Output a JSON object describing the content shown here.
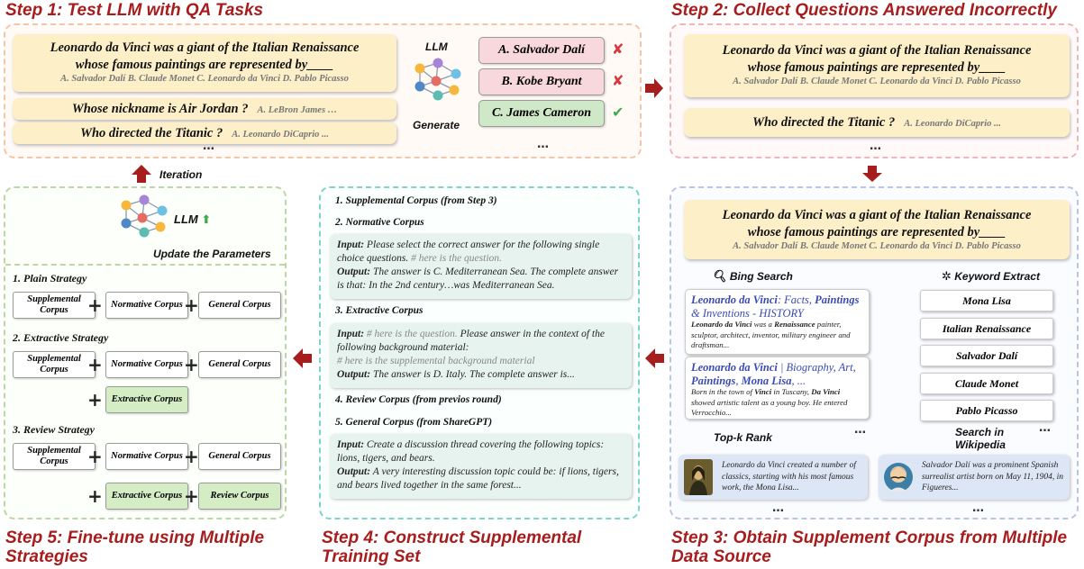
{
  "colors": {
    "step_title": "#a71d1d",
    "step1_border": "#f2c6a8",
    "step2_border": "#f0b5bd",
    "step3_border": "#b8c6e3",
    "step4_border": "#7fd3c8",
    "step5_border": "#b9d8a2",
    "question_bg": "#fdf0c8",
    "wrong_bg": "#f8d7dd",
    "right_bg": "#cfe8c7",
    "corpus_green": "#d4edc4",
    "arrow": "#a71d1d"
  },
  "step1": {
    "title": "Step 1: Test LLM with QA Tasks",
    "q1": "Leonardo da Vinci was a giant of the Italian Renaissance whose famous paintings are represented by____",
    "q1_options": "A. Salvador Dalí B. Claude Monet C. Leonardo da Vinci D. Pablo Picasso",
    "q2": "Whose nickname is Air Jordan ?",
    "q2_hint": "A. LeBron James …",
    "q3": "Who directed the Titanic ?",
    "q3_hint": "A. Leonardo DiCaprio ...",
    "dots": "…",
    "llm_label": "LLM",
    "generate_label": "Generate",
    "answers": [
      {
        "text": "A. Salvador Dalí",
        "correct": false
      },
      {
        "text": "B. Kobe Bryant",
        "correct": false
      },
      {
        "text": "C. James Cameron",
        "correct": true
      }
    ],
    "answers_dots": "…"
  },
  "step2": {
    "title": "Step 2: Collect Questions Answered Incorrectly",
    "q1": "Leonardo da Vinci was a giant of the Italian Renaissance whose famous paintings are represented by____",
    "q1_options": "A. Salvador Dalí B. Claude Monet C. Leonardo da Vinci D. Pablo Picasso",
    "q2": "Who directed the Titanic ?",
    "q2_hint": "A. Leonardo DiCaprio ...",
    "dots": "…"
  },
  "step3": {
    "title": "Step 3: Obtain Supplement Corpus from Multiple Data Source",
    "question": "Leonardo da Vinci was a giant of the Italian Renaissance whose famous paintings are represented by____",
    "options": "A. Salvador Dalí B. Claude Monet C. Leonardo da Vinci D. Pablo Picasso",
    "bing_label": "Bing Search",
    "keyword_label": "Keyword Extract",
    "results": [
      {
        "title_parts": [
          {
            "t": "Leonardo da Vinci",
            "b": true
          },
          {
            "t": ": Facts, ",
            "b": false
          },
          {
            "t": "Paintings",
            "b": true
          },
          {
            "t": " & Inventions - HISTORY",
            "b": false
          }
        ],
        "body_parts": [
          {
            "t": "Leonardo da Vinci",
            "b": true
          },
          {
            "t": " was a ",
            "b": false
          },
          {
            "t": "Renaissance",
            "b": true
          },
          {
            "t": " painter, sculptor, architect, inventor, military engineer and draftsman...",
            "b": false
          }
        ]
      },
      {
        "title_parts": [
          {
            "t": "Leonardo da Vinci",
            "b": true
          },
          {
            "t": " | Biography, Art, ",
            "b": false
          },
          {
            "t": "Paintings",
            "b": true
          },
          {
            "t": ", ",
            "b": false
          },
          {
            "t": "Mona Lisa",
            "b": true
          },
          {
            "t": ", ...",
            "b": false
          }
        ],
        "body_parts": [
          {
            "t": "Born in the town of ",
            "b": false
          },
          {
            "t": "Vinci",
            "b": true
          },
          {
            "t": " in Tuscany, ",
            "b": false
          },
          {
            "t": "Da Vinci",
            "b": true
          },
          {
            "t": " showed artistic talent as a young boy. He entered Verrocchio...",
            "b": false
          }
        ]
      }
    ],
    "results_dots": "…",
    "keywords": [
      "Mona Lisa",
      "Italian Renaissance",
      "Salvador Dalí",
      "Claude Monet",
      "Pablo Picasso"
    ],
    "keywords_dots": "…",
    "topk_label": "Top-k Rank",
    "wiki_label": "Search in Wikipedia",
    "snippet1": "Leonardo da Vinci created a number of classics, starting with his most famous work, the Mona Lisa...",
    "snippet2": "Salvador Dalí was a prominent Spanish surrealist artist born on May 11, 1904, in Figueres...",
    "dots": "…"
  },
  "step4": {
    "title": "Step 4: Construct Supplemental Training Set",
    "h1": "1. Supplemental Corpus (from Step 3)",
    "h2": "2. Normative Corpus",
    "norm_input_label": "Input:",
    "norm_input": "Please select the correct answer for the following single choice questions.",
    "norm_input_hash": "# here is the question.",
    "norm_output_label": "Output:",
    "norm_output": "The answer is C. Mediterranean Sea. The complete answer is that: In the 2nd century…was Mediterranean Sea.",
    "h3": "3. Extractive Corpus",
    "ext_input_label": "Input:",
    "ext_input_hash": "# here is the question.",
    "ext_input": "Please answer in the context of the following background material:",
    "ext_input_hash2": "# here is the supplemental background material",
    "ext_output_label": "Output:",
    "ext_output": "The answer is D. Italy. The complete answer is...",
    "h4": "4. Review Corpus (from previos round)",
    "h5": "5. General Corpus (from ShareGPT)",
    "gen_input_label": "Input:",
    "gen_input": "Create a discussion thread covering the following topics: lions, tigers, and bears.",
    "gen_output_label": "Output:",
    "gen_output": "A very interesting discussion topic could be: if lions, tigers, and bears lived together in the same forest..."
  },
  "step5": {
    "title": "Step 5: Fine-tune using Multiple Strategies",
    "iteration_label": "Iteration",
    "llm_label": "LLM",
    "update_label": "Update the Parameters",
    "strategy1": "1. Plain Strategy",
    "strategy2": "2. Extractive Strategy",
    "strategy3": "3. Review Strategy",
    "supplemental": "Supplemental Corpus",
    "normative": "Normative Corpus",
    "general": "General Corpus",
    "extractive": "Extractive Corpus",
    "review": "Review Corpus",
    "plus": "+"
  }
}
